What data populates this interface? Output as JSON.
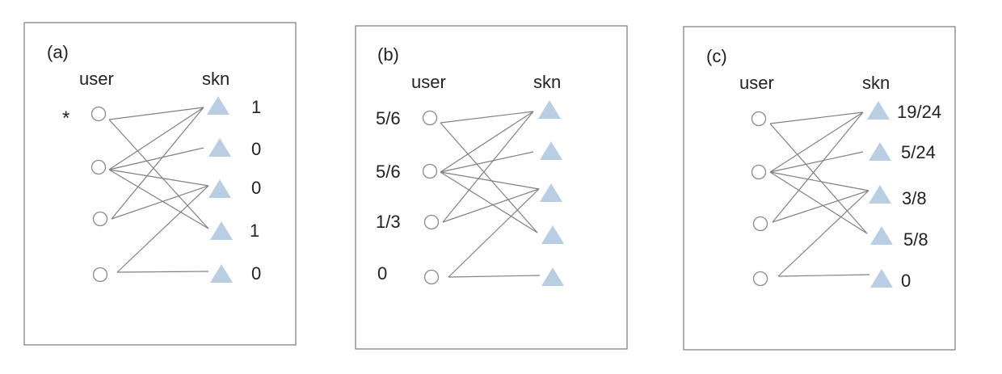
{
  "panels": [
    {
      "label": "(a)",
      "user_header": "user",
      "skn_header": "skn",
      "user_values": [
        "*",
        "",
        "",
        ""
      ],
      "skn_values": [
        "1",
        "0",
        "0",
        "1",
        "0"
      ]
    },
    {
      "label": "(b)",
      "user_header": "user",
      "skn_header": "skn",
      "user_values": [
        "5/6",
        "5/6",
        "1/3",
        "0"
      ],
      "skn_values": [
        "",
        "",
        "",
        "",
        ""
      ]
    },
    {
      "label": "(c)",
      "user_header": "user",
      "skn_header": "skn",
      "user_values": [
        "",
        "",
        "",
        ""
      ],
      "skn_values": [
        "19/24",
        "5/24",
        "3/8",
        "5/8",
        "0"
      ]
    }
  ],
  "colors": {
    "skn_node_fill": "#b9cde3",
    "user_node_stroke": "#8a8a8a",
    "edge_stroke": "#808080",
    "frame_stroke": "#7a7a7a"
  }
}
